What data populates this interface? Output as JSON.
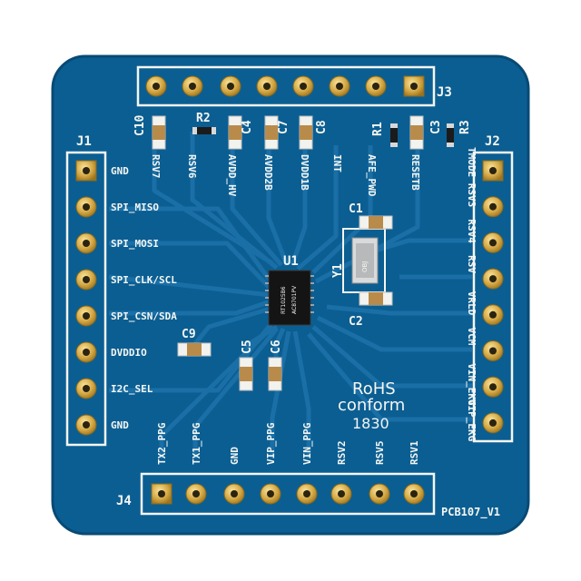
{
  "board": {
    "label": "PCB107_V1",
    "colors": {
      "board": "#0b5e92",
      "trace": "#1a71a8",
      "silk": "#f4f6f2",
      "pad": "#d4a845"
    }
  },
  "headers": {
    "j1": {
      "name": "J1",
      "pins": [
        "GND",
        "SPI_MISO",
        "SPI_MOSI",
        "SPI_CLK/SCL",
        "SPI_CSN/SDA",
        "DVDDIO",
        "I2C_SEL",
        "GND"
      ]
    },
    "j2": {
      "name": "J2",
      "pins": [
        "TMODE",
        "RSV3",
        "RSV4",
        "RSV",
        "VRLD",
        "VCM",
        "VIN_EKG",
        "VIP_EKG"
      ]
    },
    "j3": {
      "name": "J3",
      "pins": [
        "RSV7",
        "RSV6",
        "AVDD_HV",
        "AVDD2B",
        "DVDD1B",
        "INT",
        "AFE_PWD",
        "RESETB"
      ]
    },
    "j4": {
      "name": "J4",
      "pins": [
        "TX2_PPG",
        "TX1_PPG",
        "GND",
        "VIP_PPG",
        "VIN_PPG",
        "RSV2",
        "RSV5",
        "RSV1"
      ]
    }
  },
  "components": {
    "u1": {
      "ref": "U1",
      "marking": [
        "RT1025B6",
        "AC8701PV"
      ]
    },
    "y1": {
      "ref": "Y1",
      "marking": "OBJ"
    },
    "c1": "C1",
    "c2": "C2",
    "c3": "C3",
    "c4": "C4",
    "c5": "C5",
    "c6": "C6",
    "c7": "C7",
    "c8": "C8",
    "c9": "C9",
    "c10": "C10",
    "r1": "R1",
    "r2": "R2",
    "r3": "R3"
  },
  "marks": {
    "rohs_line1": "RoHS",
    "rohs_line2": "conform",
    "date_code": "1830"
  }
}
